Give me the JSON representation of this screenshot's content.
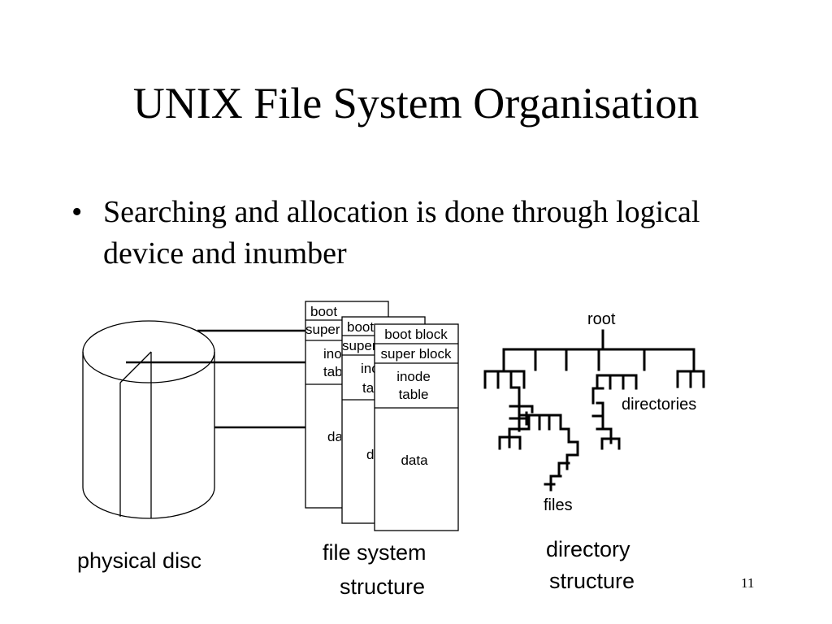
{
  "slide": {
    "title": "UNIX File System Organisation",
    "bullet_marker": "•",
    "bullet_text": "Searching and allocation is done through logical device and inumber",
    "slide_number": "11"
  },
  "diagram": {
    "physical_disc_label": "physical disc",
    "file_system": {
      "label_line1": "file system",
      "label_line2": "structure",
      "boot_block": "boot block",
      "super_block": "super block",
      "super_partial": "super",
      "inode_line1": "inode",
      "inode_line2": "table",
      "inode_partial_back": "ino",
      "table_partial_back": "tab",
      "inode_partial_mid": "ino",
      "table_partial_mid": "ta",
      "data": "data",
      "data_partial_back": "da",
      "data_partial_mid": "d"
    },
    "directory": {
      "root": "root",
      "directories": "directories",
      "files": "files",
      "label_line1": "directory",
      "label_line2": "structure"
    }
  }
}
